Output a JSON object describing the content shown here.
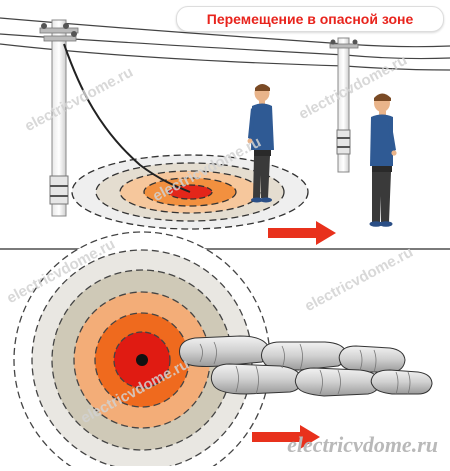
{
  "title": "Перемещение в опасной зоне",
  "watermark": "electricvdome.ru",
  "site_label": "electricvdome.ru",
  "colors": {
    "title_text": "#e8241d",
    "zone_center": "#e01b12",
    "zone_2": "#ef6a1e",
    "zone_3": "#f3ad78",
    "zone_4": "#cfc9b7",
    "zone_5": "#e9e7e2",
    "arrow": "#e8311c",
    "shirt": "#2f5a94",
    "trousers": "#3a3a3a",
    "separator": "#7a7a7a"
  }
}
